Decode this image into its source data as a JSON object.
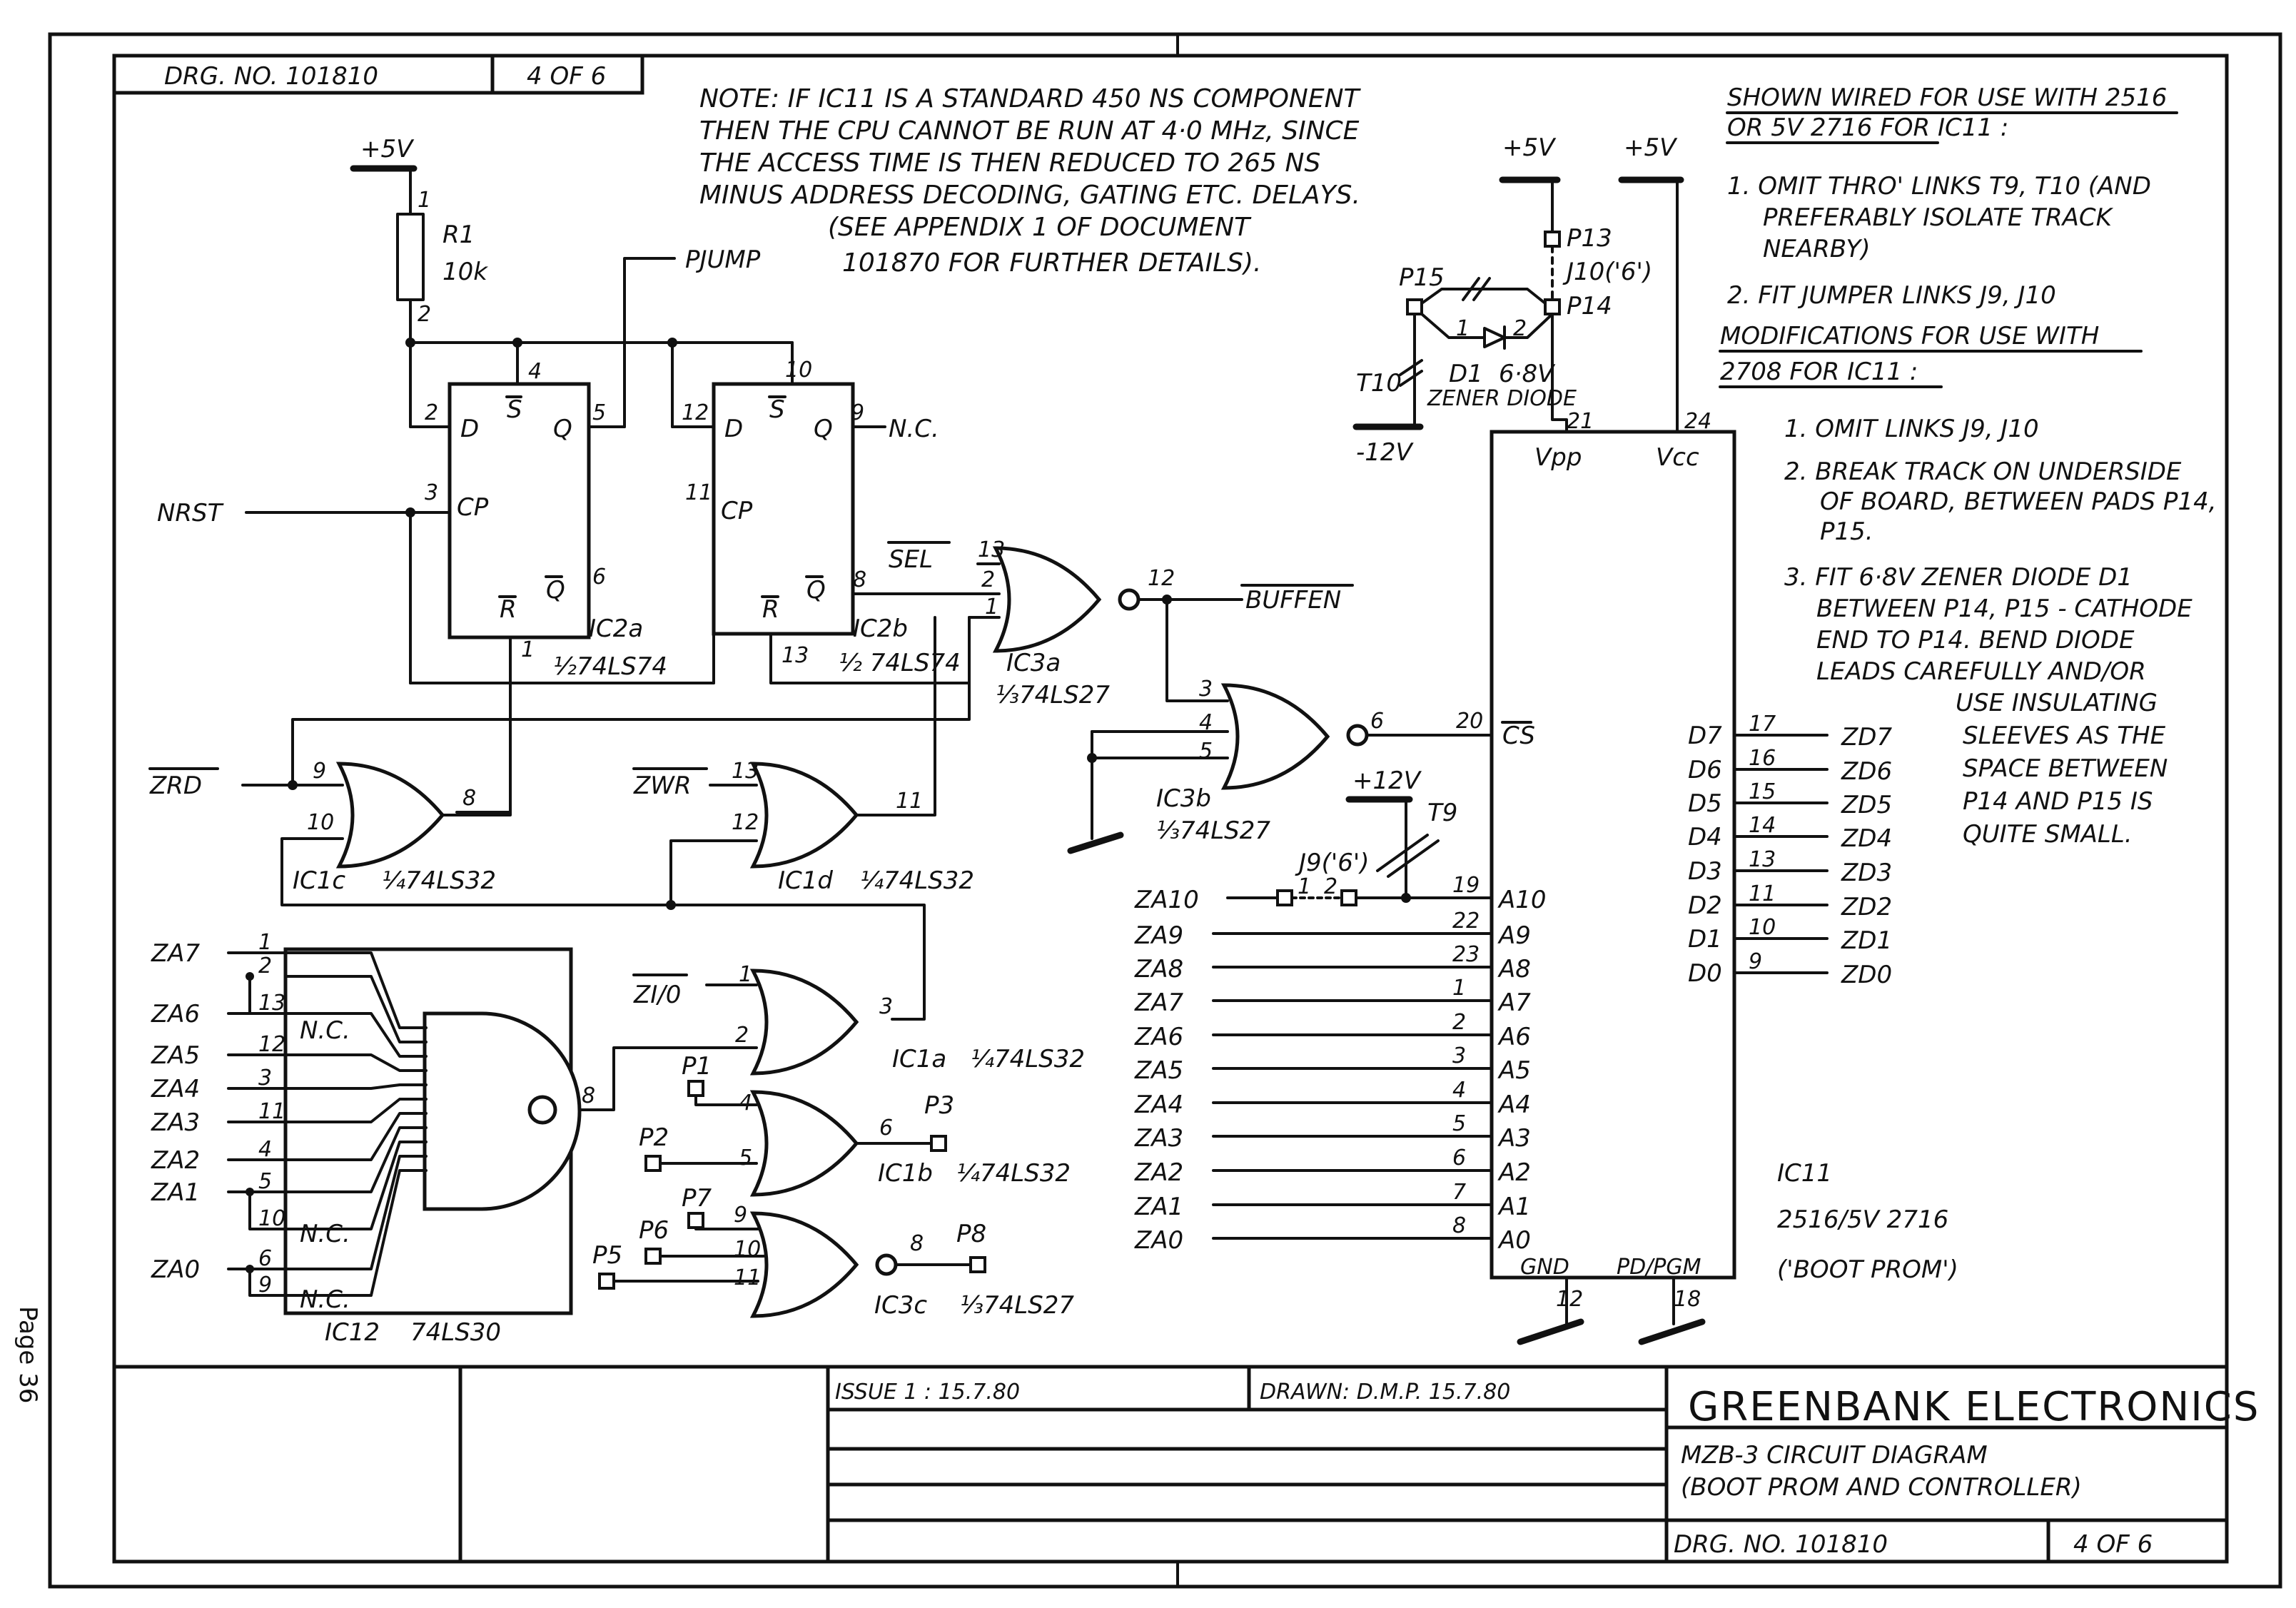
{
  "header": {
    "drg_label": "DRG. NO. 101810",
    "sheet": "4 OF 6"
  },
  "note": {
    "lines": [
      "NOTE:  IF IC11 IS A STANDARD 450 NS  COMPONENT",
      "THEN THE CPU CANNOT BE RUN AT 4·0 MHz, SINCE",
      "THE ACCESS TIME IS THEN REDUCED TO 265 NS",
      "MINUS ADDRESS DECODING, GATING ETC. DELAYS.",
      "(SEE APPENDIX 1 OF DOCUMENT",
      "101870 FOR FURTHER DETAILS)."
    ]
  },
  "wiring_note": {
    "title1": "SHOWN WIRED FOR USE WITH 2516",
    "title2": "OR 5V 2716 FOR IC11 :",
    "items": [
      "1. OMIT THRO' LINKS T9, T10 (AND",
      "PREFERABLY ISOLATE TRACK",
      "NEARBY)",
      "2. FIT JUMPER LINKS J9, J10"
    ],
    "mod_title1": "MODIFICATIONS FOR USE WITH",
    "mod_title2": "2708 FOR IC11 :",
    "mods": [
      "1. OMIT LINKS J9, J10",
      "2. BREAK TRACK ON UNDERSIDE",
      "OF BOARD, BETWEEN PADS P14,",
      "P15.",
      "3. FIT 6·8V ZENER DIODE D1",
      "BETWEEN P14, P15 - CATHODE",
      "END TO P14. BEND DIODE",
      "LEADS CAREFULLY AND/OR",
      "USE INSULATING",
      "SLEEVES AS THE",
      "SPACE BETWEEN",
      "P14 AND P15 IS",
      "QUITE SMALL."
    ]
  },
  "power": {
    "p5v_a": "+5V",
    "p5v_b": "+5V",
    "p5v_c": "+5V",
    "p12v": "+12V",
    "n12v": "-12V"
  },
  "resistor": {
    "name": "R1",
    "value": "10k",
    "pin1": "1",
    "pin2": "2"
  },
  "signals": {
    "pjump": "PJUMP",
    "nrst": "NRST",
    "nc": "N.C.",
    "sel": "SEL",
    "buffen": "BUFFEN",
    "zrd": "ZRD",
    "zwr": "ZWR",
    "zio": "ZI/0"
  },
  "ic2a": {
    "name": "IC2a",
    "part": "½74LS74",
    "d": "D",
    "s": "S",
    "q": "Q",
    "cp": "CP",
    "r": "R",
    "qb": "Q",
    "p2": "2",
    "p4": "4",
    "p5": "5",
    "p3": "3",
    "p6": "6",
    "p1": "1"
  },
  "ic2b": {
    "name": "IC2b",
    "part": "½ 74LS74",
    "d": "D",
    "s": "S",
    "q": "Q",
    "cp": "CP",
    "r": "R",
    "qb": "Q",
    "p12": "12",
    "p10": "10",
    "p9": "9",
    "p11": "11",
    "p8": "8",
    "p13": "13"
  },
  "ic3a": {
    "name": "IC3a",
    "part": "⅓74LS27",
    "p13": "13",
    "p2": "2",
    "p1": "1",
    "p12": "12"
  },
  "ic3b": {
    "name": "IC3b",
    "part": "⅓74LS27",
    "p3": "3",
    "p4": "4",
    "p5": "5",
    "p6": "6"
  },
  "ic3c": {
    "name": "IC3c",
    "part": "⅓74LS27",
    "p9": "9",
    "p10": "10",
    "p11": "11",
    "p8": "8"
  },
  "ic1c": {
    "name": "IC1c",
    "part": "¼74LS32",
    "p9": "9",
    "p10": "10",
    "p8": "8"
  },
  "ic1d": {
    "name": "IC1d",
    "part": "¼74LS32",
    "p13": "13",
    "p12": "12",
    "p11": "11"
  },
  "ic1a": {
    "name": "IC1a",
    "part": "¼74LS32",
    "p1": "1",
    "p2": "2",
    "p3": "3"
  },
  "ic1b": {
    "name": "IC1b",
    "part": "¼74LS32",
    "p4": "4",
    "p5": "5",
    "p6": "6"
  },
  "ic12": {
    "name": "IC12",
    "part": "74LS30",
    "nc": "N.C.",
    "out": "8",
    "inputs": [
      {
        "sig": "ZA7",
        "pin": "1"
      },
      {
        "sig": "",
        "pin": "2"
      },
      {
        "sig": "ZA6",
        "pin": "13"
      },
      {
        "sig": "ZA5",
        "pin": "12"
      },
      {
        "sig": "ZA4",
        "pin": "3"
      },
      {
        "sig": "ZA3",
        "pin": "11"
      },
      {
        "sig": "ZA2",
        "pin": "4"
      },
      {
        "sig": "ZA1",
        "pin": "5"
      },
      {
        "sig": "",
        "pin": "10"
      },
      {
        "sig": "ZA0",
        "pin": "6"
      },
      {
        "sig": "",
        "pin": "9"
      }
    ]
  },
  "test_points": {
    "p1": "P1",
    "p2": "P2",
    "p3": "P3",
    "p5": "P5",
    "p6": "P6",
    "p7": "P7",
    "p8": "P8",
    "p13": "P13",
    "p14": "P14",
    "p15": "P15"
  },
  "links": {
    "j10": "J10('6')",
    "j9": "J9('6')",
    "t9": "T9",
    "t10": "T10",
    "d1": "D1",
    "d1val": "6·8V",
    "zener": "ZENER DIODE",
    "j9p1": "1",
    "j9p2": "2",
    "d1p1": "1",
    "d1p2": "2"
  },
  "ic11": {
    "name": "IC11",
    "desc": "2516/5V 2716",
    "role": "('BOOT PROM')",
    "vpp": "Vpp",
    "vcc": "Vcc",
    "cs": "CS",
    "gnd": "GND",
    "pdpgm": "PD/PGM",
    "p21": "21",
    "p24": "24",
    "p20": "20",
    "p12": "12",
    "p18": "18",
    "addr": [
      {
        "sig": "ZA10",
        "pin": "19",
        "name": "A10"
      },
      {
        "sig": "ZA9",
        "pin": "22",
        "name": "A9"
      },
      {
        "sig": "ZA8",
        "pin": "23",
        "name": "A8"
      },
      {
        "sig": "ZA7",
        "pin": "1",
        "name": "A7"
      },
      {
        "sig": "ZA6",
        "pin": "2",
        "name": "A6"
      },
      {
        "sig": "ZA5",
        "pin": "3",
        "name": "A5"
      },
      {
        "sig": "ZA4",
        "pin": "4",
        "name": "A4"
      },
      {
        "sig": "ZA3",
        "pin": "5",
        "name": "A3"
      },
      {
        "sig": "ZA2",
        "pin": "6",
        "name": "A2"
      },
      {
        "sig": "ZA1",
        "pin": "7",
        "name": "A1"
      },
      {
        "sig": "ZA0",
        "pin": "8",
        "name": "A0"
      }
    ],
    "data": [
      {
        "name": "D7",
        "pin": "17",
        "sig": "ZD7"
      },
      {
        "name": "D6",
        "pin": "16",
        "sig": "ZD6"
      },
      {
        "name": "D5",
        "pin": "15",
        "sig": "ZD5"
      },
      {
        "name": "D4",
        "pin": "14",
        "sig": "ZD4"
      },
      {
        "name": "D3",
        "pin": "13",
        "sig": "ZD3"
      },
      {
        "name": "D2",
        "pin": "11",
        "sig": "ZD2"
      },
      {
        "name": "D1",
        "pin": "10",
        "sig": "ZD1"
      },
      {
        "name": "D0",
        "pin": "9",
        "sig": "ZD0"
      }
    ]
  },
  "titleblock": {
    "issue": "ISSUE 1 :   15.7.80",
    "drawn": "DRAWN:   D.M.P.  15.7.80",
    "company": "GREENBANK ELECTRONICS",
    "title1": "MZB-3 CIRCUIT DIAGRAM",
    "title2": "(BOOT PROM AND CONTROLLER)",
    "drg_no": "DRG. NO.  101810",
    "sheet": "4 OF 6"
  },
  "page_label": "Page 36"
}
